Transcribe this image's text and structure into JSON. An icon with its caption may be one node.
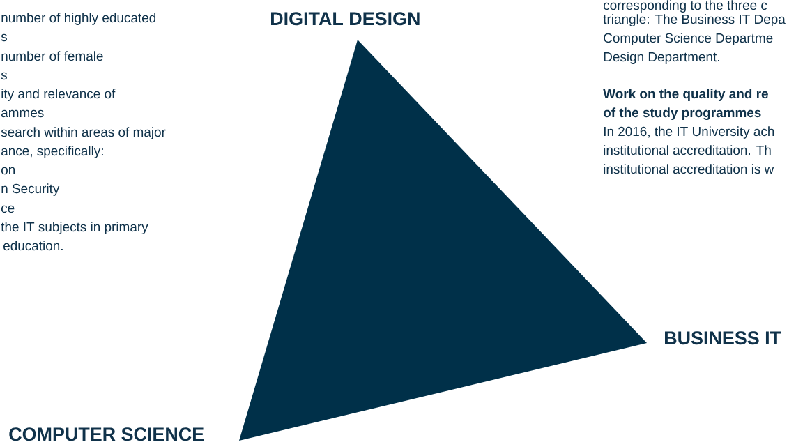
{
  "diagram": {
    "labels": [
      "number of highly educated",
      "s",
      "number of female",
      "s",
      "ity and relevance of",
      "ammes",
      "search within areas of major",
      "ance, specifically:",
      "on",
      "n Security",
      "ce",
      "the IT subjects in primary",
      "education.",
      "DIGITAL DESIGN",
      "corresponding to the three c",
      "triangle: The Business IT Depa",
      "Computer Science Departme",
      "Design Department.",
      "Work on the quality and re",
      "of the study programmes",
      "In 2016, the IT University ach",
      "institutional accreditation. Th",
      "institutional accreditation is w",
      "BUSINESS IT",
      "COMPUTER SCIENCE"
    ]
  }
}
